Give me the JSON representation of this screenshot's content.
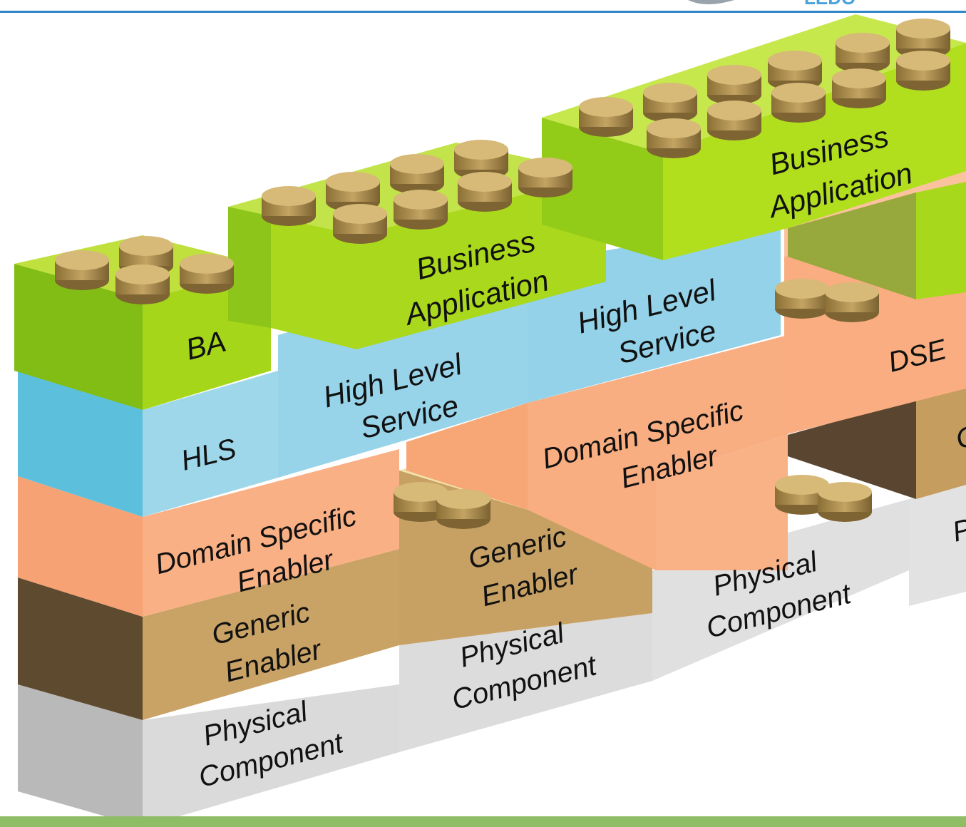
{
  "colors": {
    "background": "#ffffff",
    "header_line": "#2f86c8",
    "footer_bar": "#8fbd66",
    "business_application": "#a6d61a",
    "high_level_service": "#93d2e8",
    "domain_specific_enabler": "#f9ad80",
    "generic_enabler": "#c9a265",
    "physical_component": "#dadada"
  },
  "header_logo_fragment": "LEDO",
  "legend_fragments": {
    "generic_enabler_cut": "G",
    "physical_component_cut": "P"
  },
  "blocks": {
    "ba_small": "BA",
    "hls_small": "HLS",
    "dse_small": "DSE",
    "business_application_mid": [
      "Business",
      "Application"
    ],
    "business_application_right": [
      "Business",
      "Application"
    ],
    "high_level_service_left": [
      "High Level",
      "Service"
    ],
    "high_level_service_right": [
      "High Level",
      "Service"
    ],
    "domain_specific_enabler_left": [
      "Domain Specific",
      "Enabler"
    ],
    "domain_specific_enabler_right": [
      "Domain Specific",
      "Enabler"
    ],
    "generic_enabler_left": [
      "Generic",
      "Enabler"
    ],
    "generic_enabler_mid": [
      "Generic",
      "Enabler"
    ],
    "physical_component_left": [
      "Physical",
      "Component"
    ],
    "physical_component_mid": [
      "Physical",
      "Component"
    ],
    "physical_component_right": [
      "Physical",
      "Component"
    ]
  }
}
